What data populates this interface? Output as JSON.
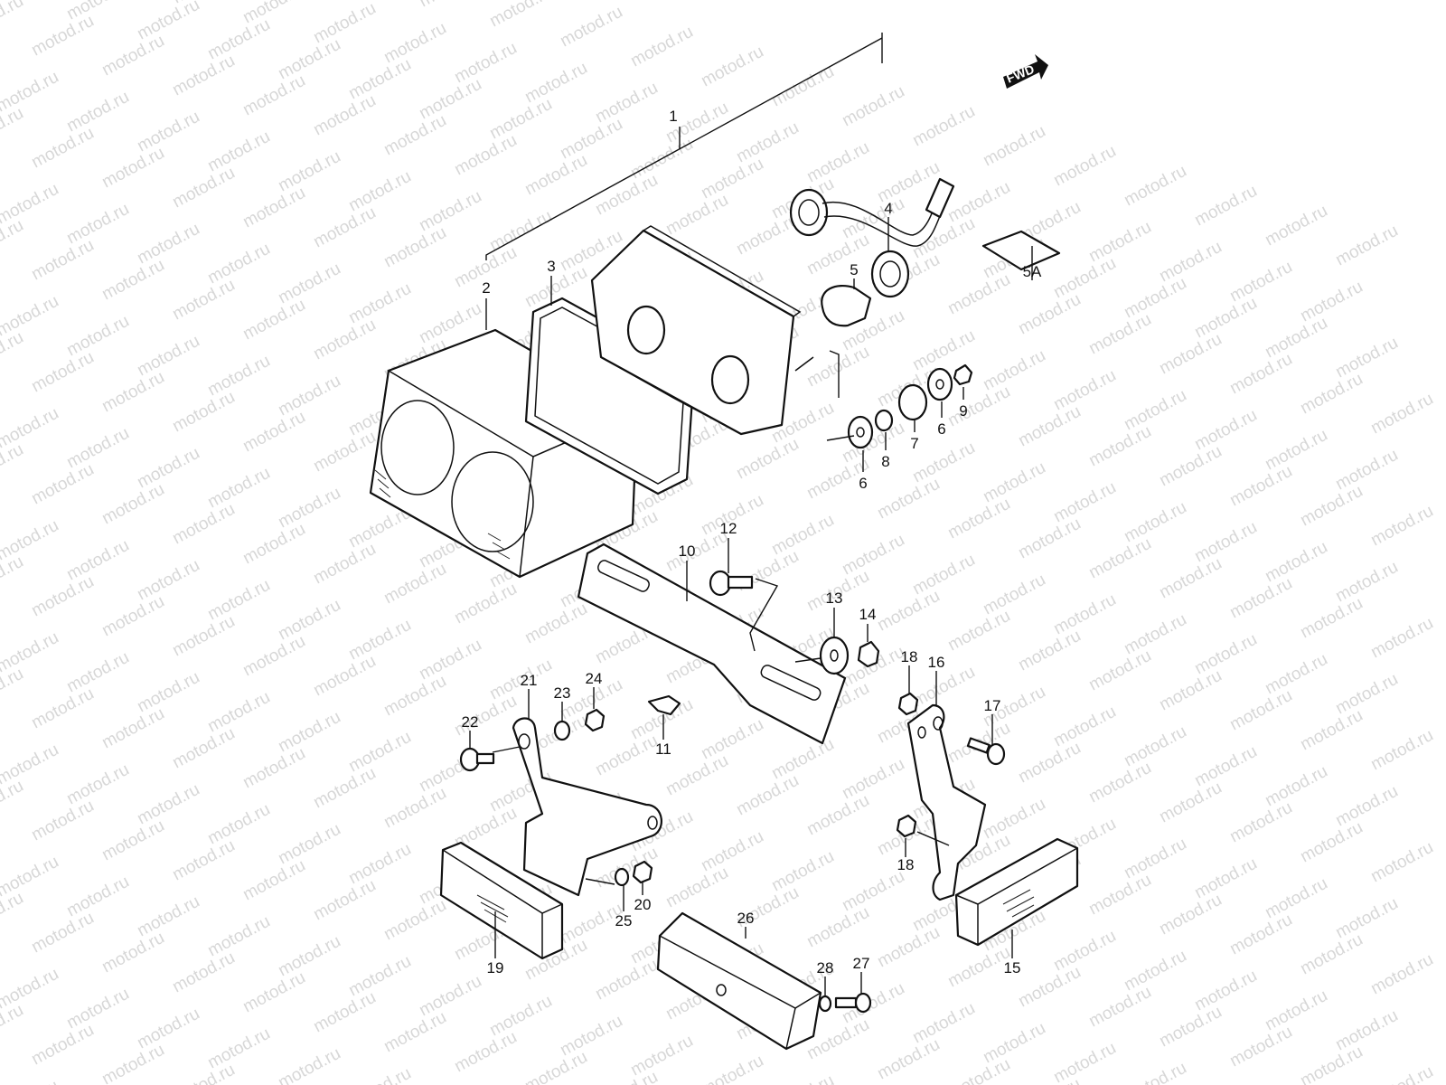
{
  "watermark": "motod.ru",
  "fwd_label": "FWD",
  "parts": {
    "p1": "1",
    "p2": "2",
    "p3": "3",
    "p4": "4",
    "p5": "5",
    "p5a": "5A",
    "p6a": "6",
    "p6b": "6",
    "p7": "7",
    "p8": "8",
    "p9": "9",
    "p10": "10",
    "p11": "11",
    "p12": "12",
    "p13": "13",
    "p14": "14",
    "p15": "15",
    "p16": "16",
    "p17": "17",
    "p18a": "18",
    "p18b": "18",
    "p19": "19",
    "p20": "20",
    "p21": "21",
    "p22": "22",
    "p23": "23",
    "p24": "24",
    "p25": "25",
    "p26": "26",
    "p27": "27",
    "p28": "28"
  }
}
